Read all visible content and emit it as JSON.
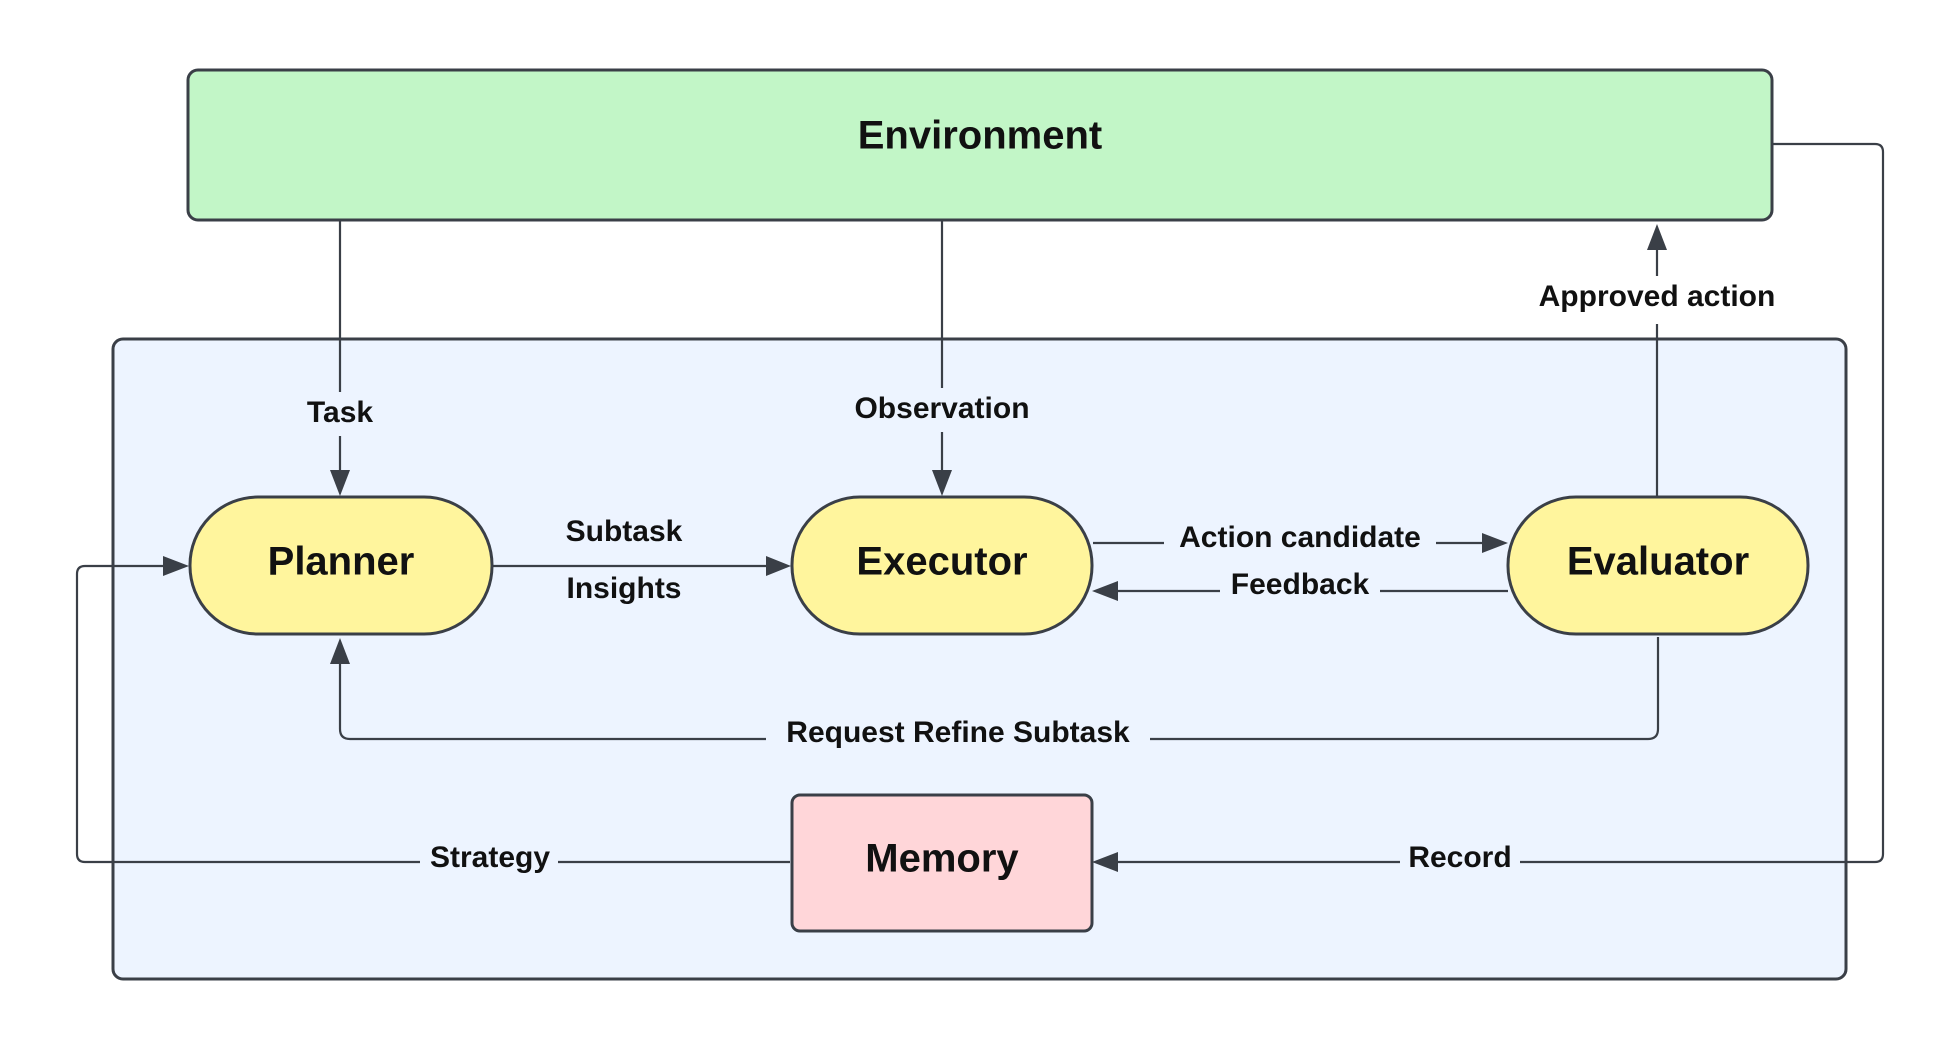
{
  "nodes": {
    "environment": "Environment",
    "planner": "Planner",
    "executor": "Executor",
    "evaluator": "Evaluator",
    "memory": "Memory"
  },
  "edges": {
    "task": "Task",
    "observation": "Observation",
    "approved_action": "Approved action",
    "subtask": "Subtask",
    "insights": "Insights",
    "action_candidate": "Action candidate",
    "feedback": "Feedback",
    "request_refine_subtask": "Request Refine Subtask",
    "strategy": "Strategy",
    "record": "Record"
  },
  "colors": {
    "environment_fill": "#c2f6c7",
    "agent_container_fill": "#edf4ff",
    "agent_node_fill": "#fff59d",
    "memory_fill": "#ffd6d9",
    "stroke": "#3a3f47"
  }
}
